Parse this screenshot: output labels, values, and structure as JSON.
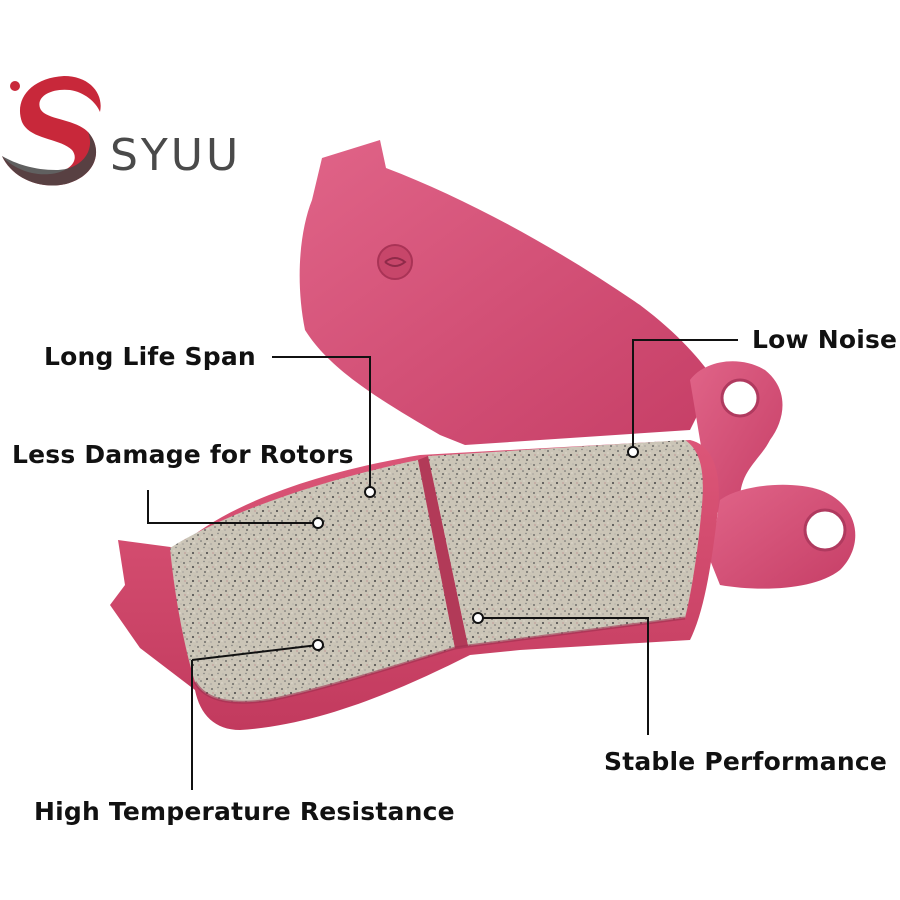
{
  "brand": {
    "name": "SYUU",
    "text_color": "#4a4a4a",
    "logo_color_primary": "#c8283a",
    "logo_color_secondary": "#444444"
  },
  "product": {
    "backing_color": "#d64a72",
    "friction_color": "#c9c3b5"
  },
  "features": [
    "Long Life Span",
    "Less Damage for Rotors",
    "High Temperature Resistance",
    "Low Noise",
    "Stable Performance"
  ]
}
